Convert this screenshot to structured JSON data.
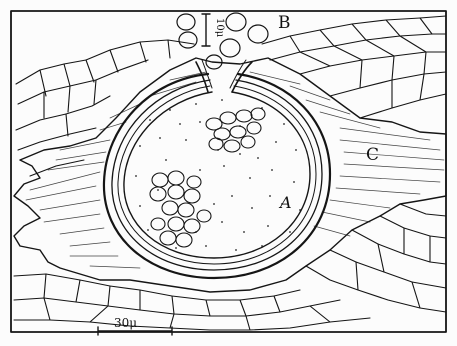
{
  "figure": {
    "labels": {
      "a": "A",
      "b": "B",
      "c": "C"
    },
    "scale_bars": {
      "upper": "10μ",
      "lower": "30μ"
    }
  },
  "colors": {
    "ink": "#151515",
    "paper": "#fcfcfc"
  }
}
